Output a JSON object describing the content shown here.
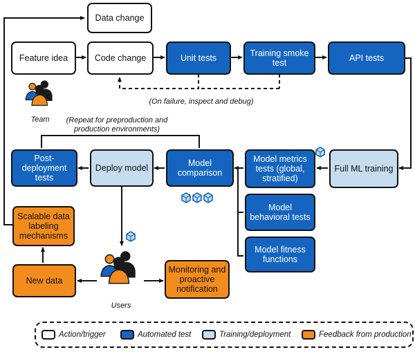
{
  "nodes": {
    "data_change": "Data change",
    "feature_idea": "Feature idea",
    "code_change": "Code change",
    "unit_tests": "Unit tests",
    "training_smoke_test": "Training smoke test",
    "api_tests": "API tests",
    "full_ml_training": "Full ML training",
    "model_metrics_tests": "Model metrics tests (global, stratified)",
    "model_behavioral_tests": "Model behavioral tests",
    "model_fitness_functions": "Model fitness functions",
    "model_comparison": "Model comparison",
    "deploy_model": "Deploy model",
    "post_deployment_tests": "Post-deployment tests",
    "scalable_data_labeling": "Scalable data labeling mechanisms",
    "new_data": "New data",
    "monitoring": "Monitoring and proactive notification"
  },
  "labels": {
    "team": "Team",
    "users": "Users",
    "on_failure": "(On failure, inspect and debug)",
    "repeat_note": "(Repeat for preproduction and production environments)"
  },
  "legend": {
    "action": "Action/trigger",
    "automated": "Automated test",
    "training": "Training/deployment",
    "feedback": "Feedback from production"
  },
  "colors": {
    "action": "#ffffff",
    "automated": "#1565c0",
    "training": "#c5ddef",
    "feedback": "#f28c1c"
  },
  "icons": [
    "people-icon",
    "cube-icon"
  ]
}
